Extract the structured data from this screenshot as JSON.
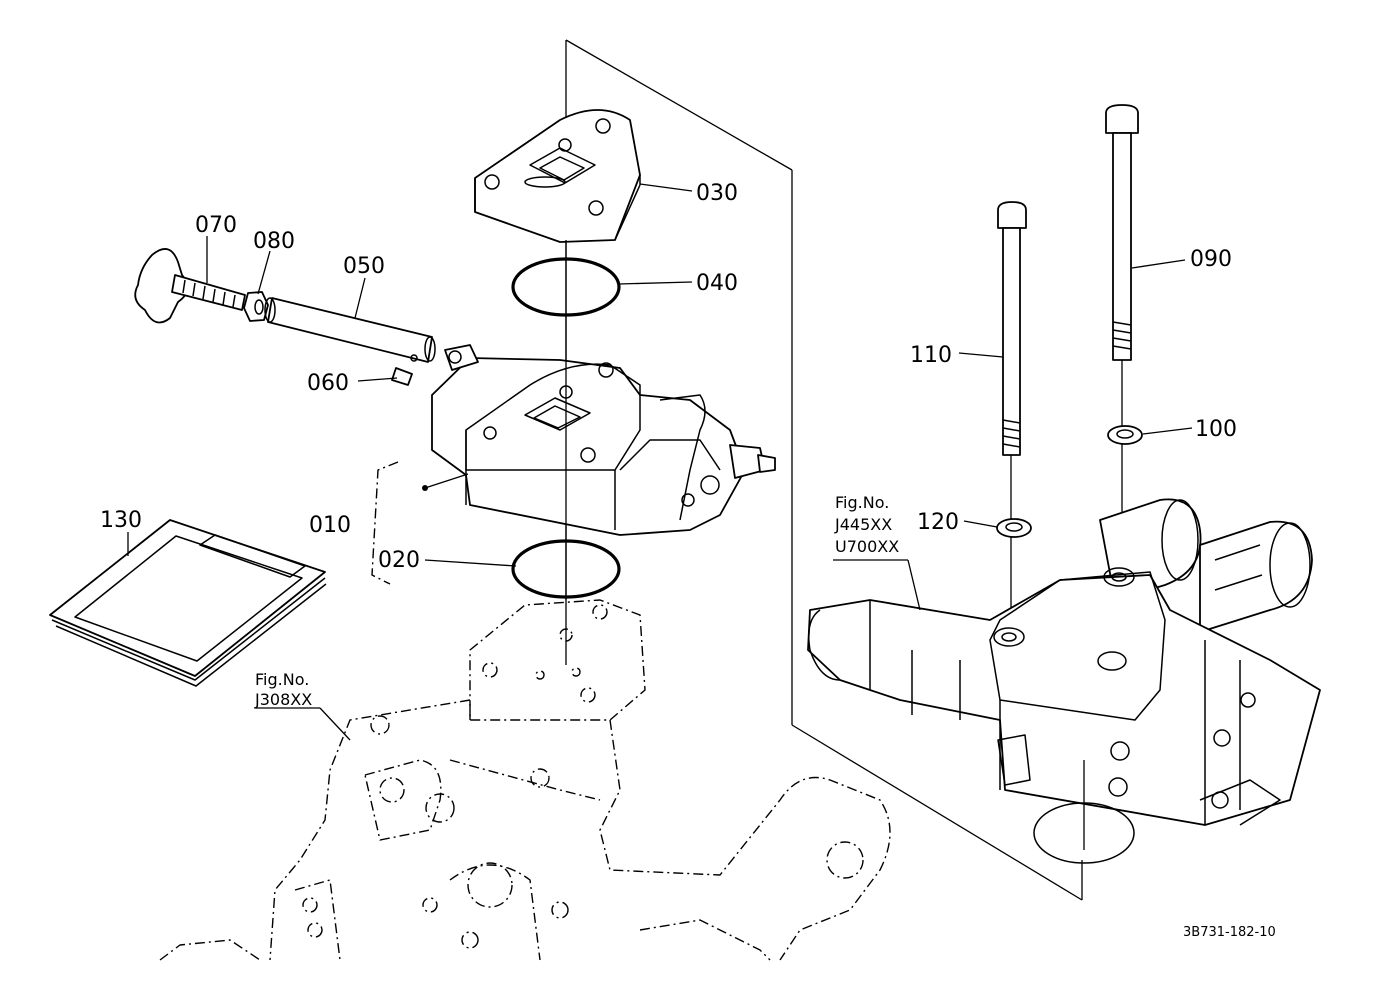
{
  "parts": {
    "p010": "010",
    "p020": "020",
    "p030": "030",
    "p040": "040",
    "p050": "050",
    "p060": "060",
    "p070": "070",
    "p080": "080",
    "p090": "090",
    "p100": "100",
    "p110": "110",
    "p120": "120",
    "p130": "130"
  },
  "references": {
    "left": {
      "line1": "Fig.No.",
      "line2": "J308XX"
    },
    "right": {
      "line1": "Fig.No.",
      "line2": "J445XX",
      "line3": "U700XX"
    }
  },
  "drawing_code": "3B731-182-10"
}
